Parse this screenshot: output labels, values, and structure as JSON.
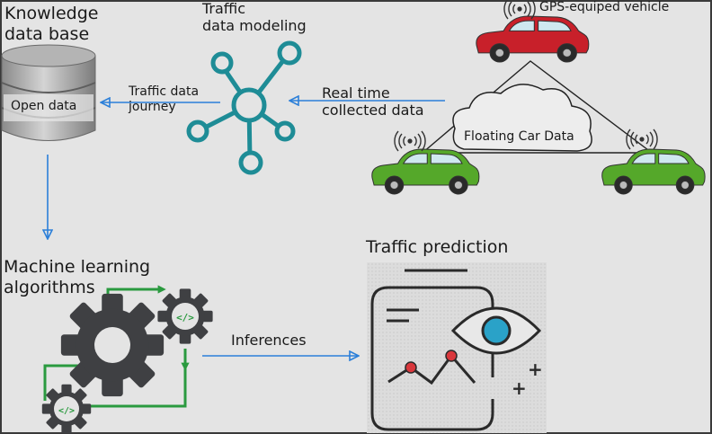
{
  "diagram": {
    "labels": {
      "knowledge_base": "Knowledge\ndata base",
      "open_data": "Open data",
      "traffic_modeling": "Traffic\ndata modeling",
      "traffic_journey": "Traffic data\njourney",
      "real_time": "Real time\ncollected data",
      "gps_vehicle": "GPS-equiped vehicle",
      "floating_car_data": "Floating Car Data",
      "machine_learning": "Machine learning\nalgorithms",
      "inferences": "Inferences",
      "traffic_prediction": "Traffic prediction",
      "code_glyph": "</>"
    },
    "colors": {
      "background": "#e4e4e4",
      "border": "#3a3a3a",
      "arrow": "#2b7fd9",
      "network": "#1e8c96",
      "gear": "#3f4043",
      "green_line": "#2a9a3f",
      "red_car": "#c8202a",
      "green_car": "#55a82a",
      "eye": "#2aa2c8",
      "red_point": "#d9373c"
    },
    "icons": [
      "database-icon",
      "network-icon",
      "wifi-signal-icon",
      "car-icon",
      "cloud-icon",
      "gear-icon",
      "code-icon",
      "prediction-dashboard-icon",
      "eye-icon"
    ]
  }
}
